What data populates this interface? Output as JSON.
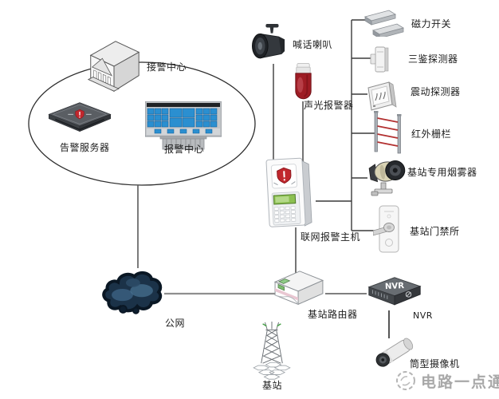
{
  "diagram": {
    "center": {
      "receiving_center": "接警中心",
      "alarm_server": "告警服务器",
      "alarm_center": "报警中心"
    },
    "alarm_side": {
      "speaker": "喊话喇叭",
      "strobe": "声光报警器",
      "host": "联网报警主机"
    },
    "sensors": {
      "magnetic": "磁力开关",
      "triple": "三鉴探测器",
      "vibration": "震动探测器",
      "fence": "红外栅栏",
      "smoke": "基站专用烟雾器",
      "door": "基站门禁所"
    },
    "network": {
      "cloud": "公网",
      "router": "基站路由器",
      "nvr_box": "NVR",
      "nvr": "NVR",
      "camera": "筒型摄像机",
      "tower": "基站"
    }
  },
  "watermark": {
    "brand": "电路一点通"
  },
  "colors": {
    "alert_red": "#c1272d",
    "screen_blue": "#2b8fd0",
    "cloud_navy": "#1b3248",
    "lcd_green": "#8cc051",
    "connector": "#3a3a3a",
    "wan_line": "#8f8f8f",
    "watermark_gray": "#a8a8a8"
  }
}
